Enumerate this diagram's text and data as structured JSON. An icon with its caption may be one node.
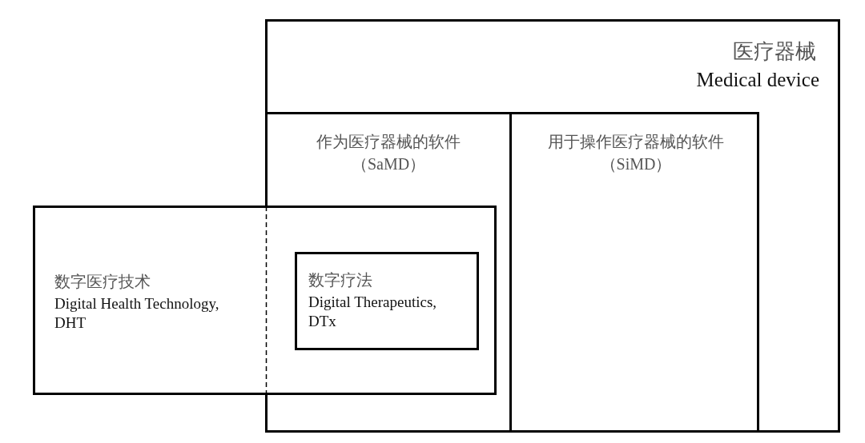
{
  "diagram": {
    "nodes": [
      {
        "text": [
          "医疗器械",
          "Medical device"
        ]
      },
      {
        "text": [
          "作为医疗器械的软件",
          "（SaMD）"
        ],
        "in": 0
      },
      {
        "text": [
          "用于操作医疗器械的软件",
          "（SiMD）"
        ],
        "in": 0
      },
      {
        "text": [
          "数字医疗技术",
          "Digital Health Technology, DHT"
        ]
      },
      {
        "text": [
          "数字疗法",
          "Digital Therapeutics, DTx"
        ]
      }
    ]
  }
}
